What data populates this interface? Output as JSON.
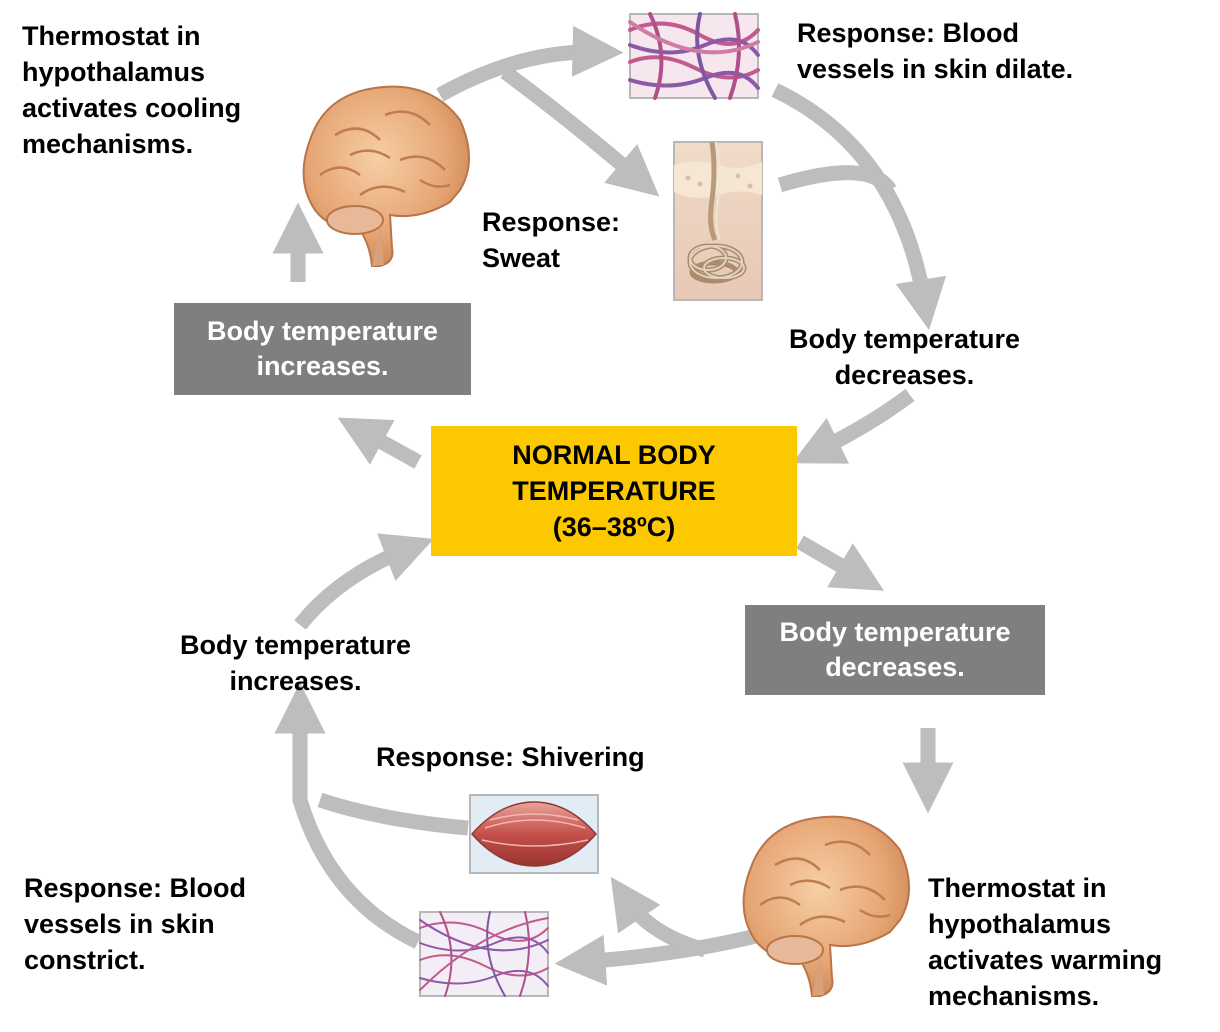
{
  "center": {
    "line1": "NORMAL  BODY",
    "line2": "TEMPERATURE",
    "line3": "(36–38ºC)"
  },
  "cooling": {
    "thermostat_lines": [
      "Thermostat in",
      "hypothalamus",
      "activates cooling",
      "mechanisms."
    ],
    "response_vessels_lines": [
      "Response: Blood",
      "vessels in skin dilate."
    ],
    "response_sweat_lines": [
      "Response:",
      "Sweat"
    ],
    "temp_decreases_lines": [
      "Body temperature",
      "decreases."
    ],
    "stimulus_box_lines": [
      "Body temperature",
      "increases."
    ]
  },
  "warming": {
    "stimulus_box_lines": [
      "Body temperature",
      "decreases."
    ],
    "thermostat_lines": [
      "Thermostat in",
      "hypothalamus",
      "activates warming",
      "mechanisms."
    ],
    "response_shivering": "Response: Shivering",
    "response_vessels_lines": [
      "Response: Blood",
      "vessels in skin",
      "constrict."
    ],
    "temp_increases_lines": [
      "Body temperature",
      "increases."
    ]
  },
  "colors": {
    "center_box": "#fcc900",
    "stimulus_box": "#7f7f7f",
    "arrow": "#bdbdbd"
  },
  "icons": [
    "brain-icon",
    "blood-vessels-icon",
    "sweat-gland-icon",
    "muscle-icon"
  ]
}
